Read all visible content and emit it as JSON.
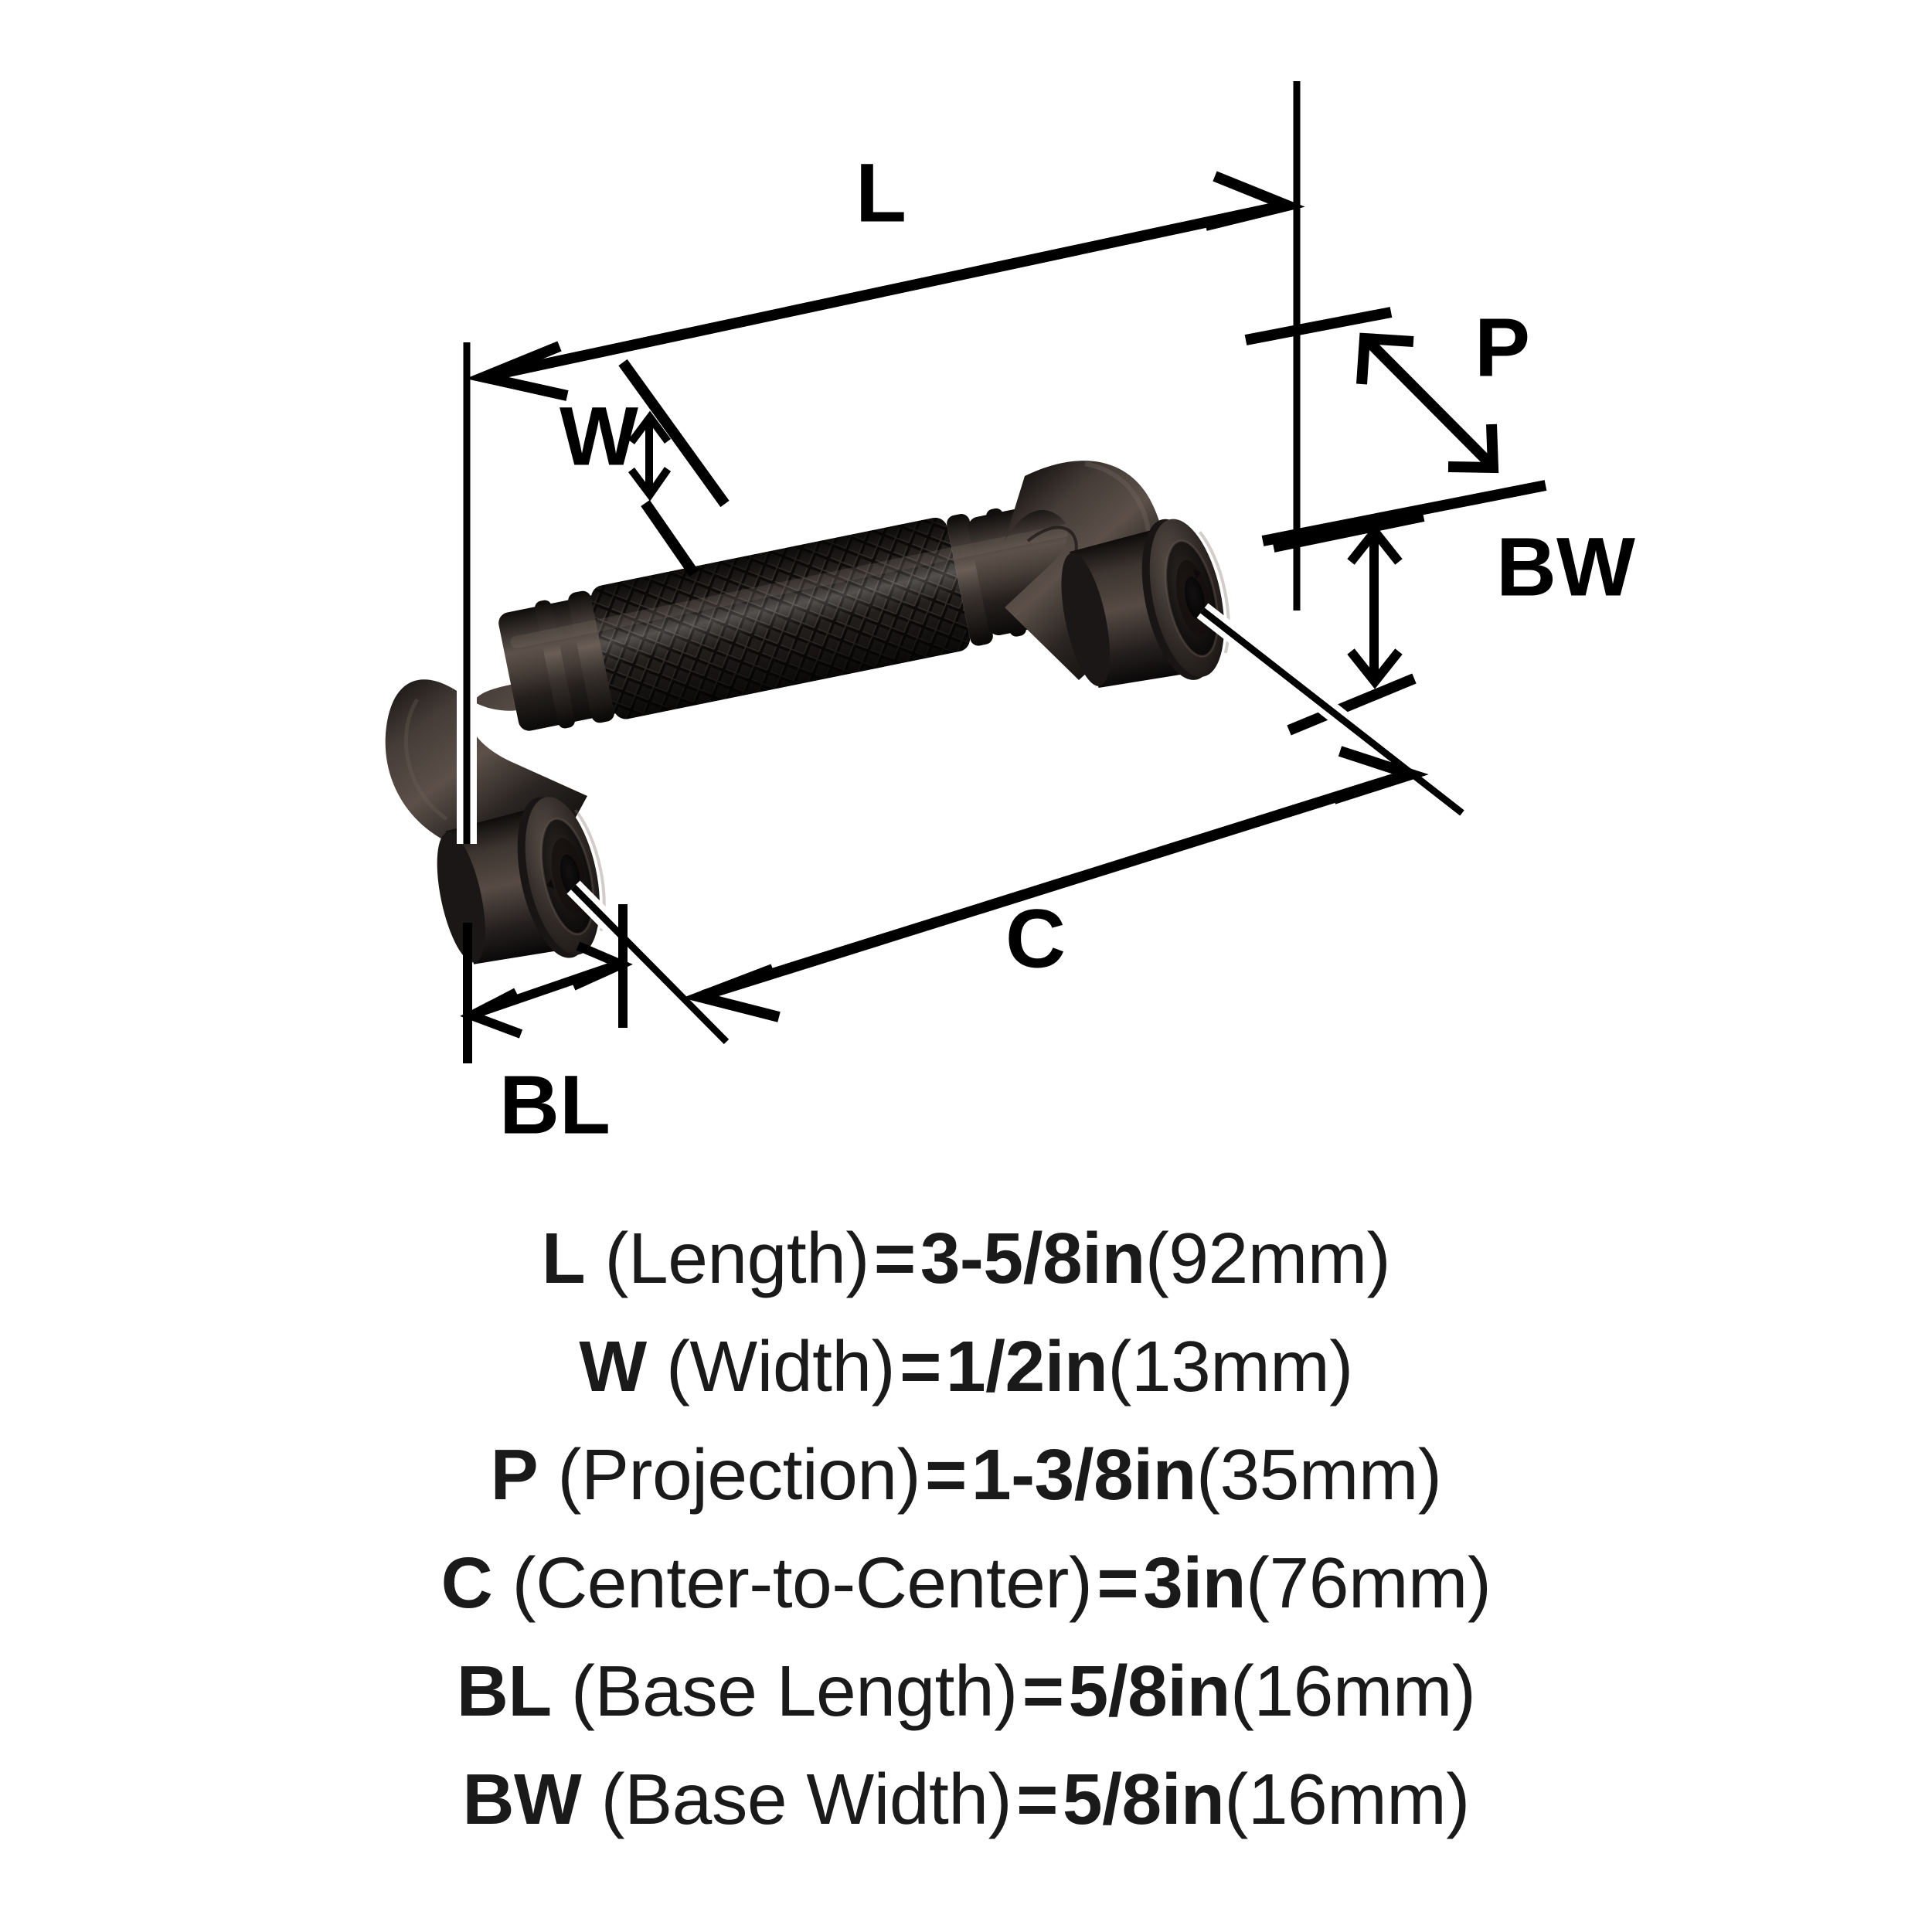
{
  "product": {
    "type": "cabinet-pull-handle",
    "finish_name": "oil-rubbed-bronze",
    "finish_color": "#3a332f",
    "finish_color_dark": "#14110f",
    "finish_color_highlight": "#6d6058",
    "background_color": "#ffffff",
    "line_color": "#000000"
  },
  "diagram": {
    "labels": {
      "L": "L",
      "W": "W",
      "P": "P",
      "C": "C",
      "BL": "BL",
      "BW": "BW"
    }
  },
  "legend": {
    "rows": [
      {
        "symbol": "L",
        "name": "(Length)",
        "equals": "=",
        "value": "3-5/8in",
        "metric": "(92mm)"
      },
      {
        "symbol": "W",
        "name": "(Width)",
        "equals": "=",
        "value": "1/2in",
        "metric": "(13mm)"
      },
      {
        "symbol": "P",
        "name": "(Projection)",
        "equals": "=",
        "value": "1-3/8in",
        "metric": "(35mm)"
      },
      {
        "symbol": "C",
        "name": "(Center-to-Center)",
        "equals": "=",
        "value": "3in",
        "metric": "(76mm)"
      },
      {
        "symbol": "BL",
        "name": "(Base Length)",
        "equals": "=",
        "value": "5/8in",
        "metric": "(16mm)"
      },
      {
        "symbol": "BW",
        "name": "(Base Width)",
        "equals": "=",
        "value": "5/8in",
        "metric": "(16mm)"
      }
    ]
  }
}
